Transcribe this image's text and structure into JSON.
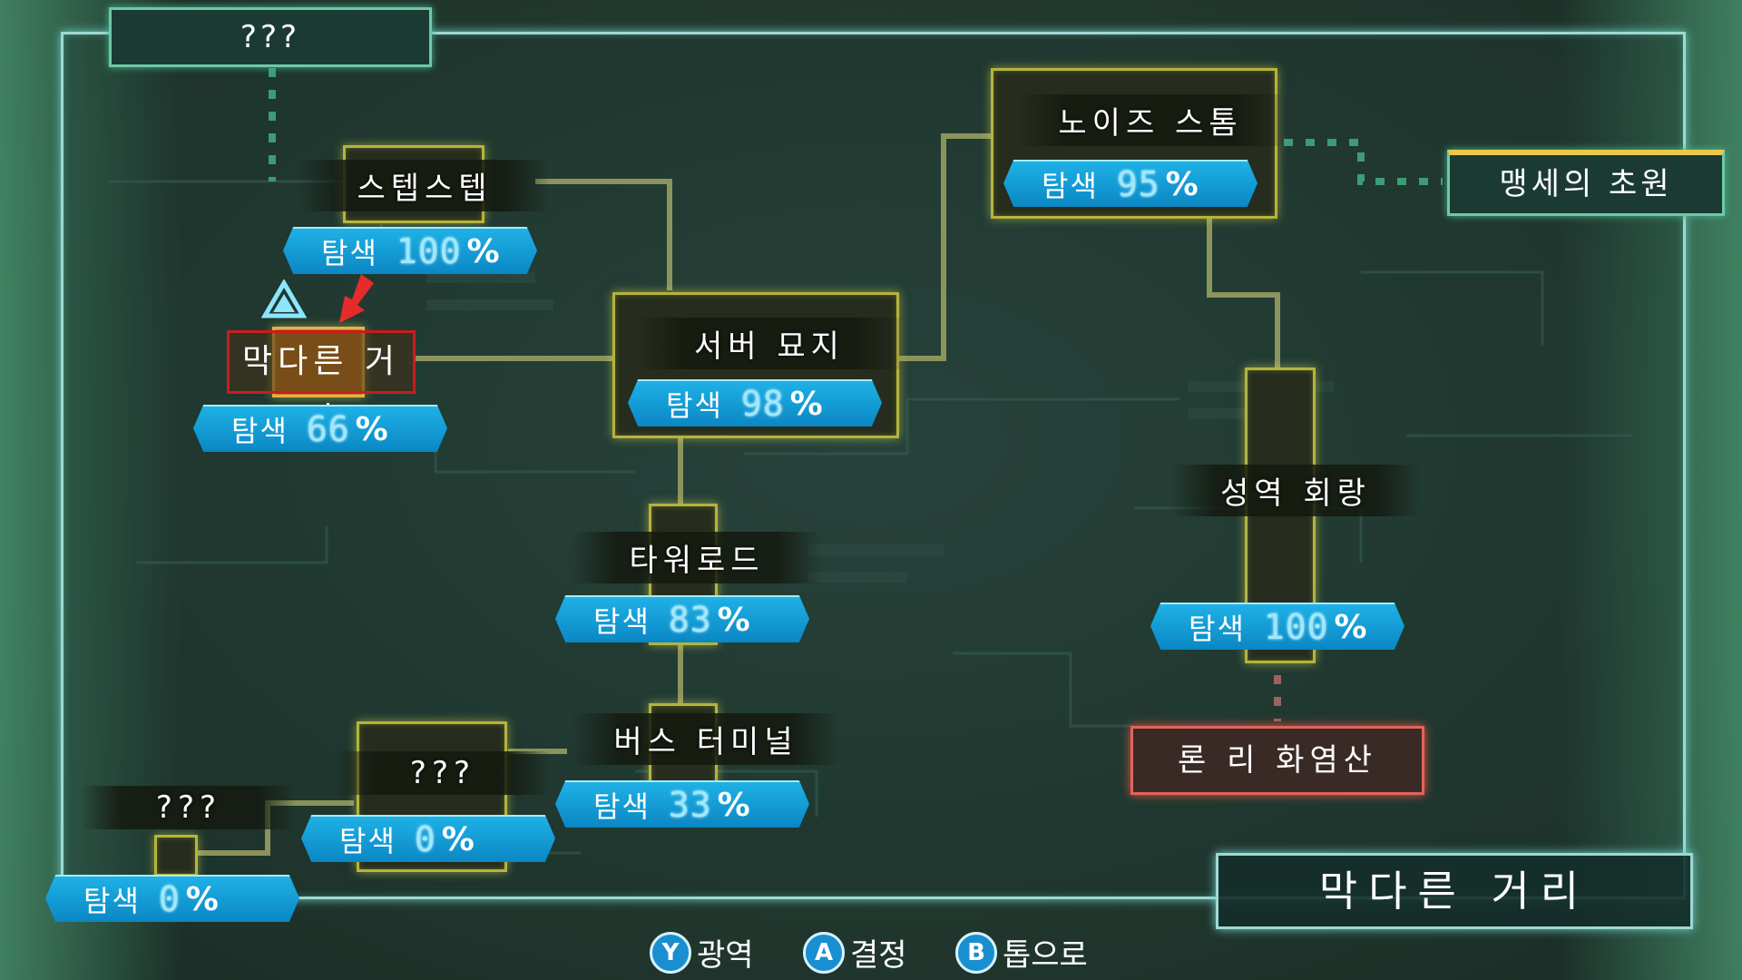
{
  "map": {
    "top_unknown": "???",
    "areas": [
      {
        "id": "step",
        "name": "스텝스텝",
        "label": "탐색",
        "value": "100",
        "pct": "%"
      },
      {
        "id": "madarun",
        "name": "막다른 거리",
        "label": "탐색",
        "value": "66",
        "pct": "%"
      },
      {
        "id": "server",
        "name": "서버 묘지",
        "label": "탐색",
        "value": "98",
        "pct": "%"
      },
      {
        "id": "noise",
        "name": "노이즈 스톰",
        "label": "탐색",
        "value": "95",
        "pct": "%"
      },
      {
        "id": "holy",
        "name": "성역 회랑",
        "label": "탐색",
        "value": "100",
        "pct": "%"
      },
      {
        "id": "tower",
        "name": "타워로드",
        "label": "탐색",
        "value": "83",
        "pct": "%"
      },
      {
        "id": "bus",
        "name": "버스 터미널",
        "label": "탐색",
        "value": "33",
        "pct": "%"
      },
      {
        "id": "unknown1",
        "name": "???",
        "label": "탐색",
        "value": "0",
        "pct": "%"
      },
      {
        "id": "unknown2",
        "name": "???",
        "label": "탐색",
        "value": "0",
        "pct": "%"
      }
    ],
    "oath_plain": "맹세의 초원",
    "volcano": "론 리 화염산"
  },
  "current_area": "막다른 거리",
  "controls": [
    {
      "button": "Y",
      "label": "광역"
    },
    {
      "button": "A",
      "label": "결정"
    },
    {
      "button": "B",
      "label": "톱으로"
    }
  ],
  "colors": {
    "accent": "#1fb1e6",
    "highlight": "#cc1b1b",
    "frame": "#9fd8d2"
  }
}
